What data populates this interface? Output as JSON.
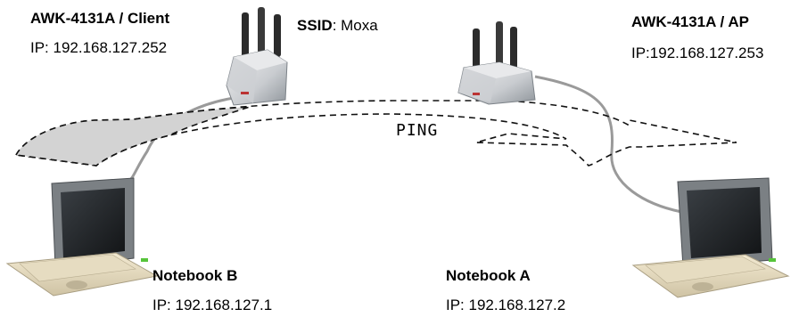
{
  "devices": {
    "client": {
      "name": "AWK-4131A / Client",
      "ip": "IP: 192.168.127.252"
    },
    "ap": {
      "name": "AWK-4131A / AP",
      "ip": "IP:192.168.127.253"
    }
  },
  "ssid": {
    "label": "SSID",
    "value": ": Moxa"
  },
  "ping_label": "PING",
  "notebooks": {
    "b": {
      "name": "Notebook B",
      "ip": "IP: 192.168.127.1"
    },
    "a": {
      "name": "Notebook A",
      "ip": "IP: 192.168.127.2"
    }
  },
  "icons": [
    "wireless-ap-icon",
    "laptop-icon",
    "ping-arrow-icon"
  ]
}
